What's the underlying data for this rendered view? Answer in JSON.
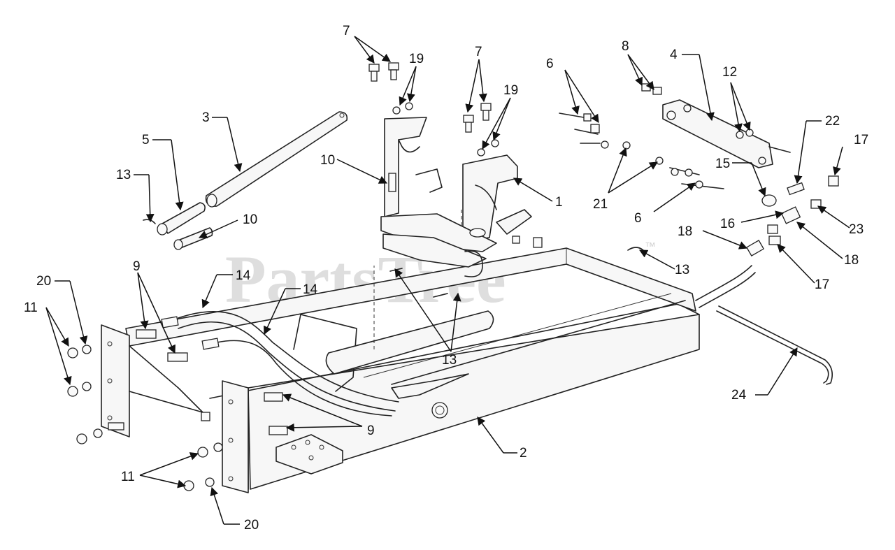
{
  "watermark": {
    "text": "PartsTree",
    "trademark": "™"
  },
  "callouts": [
    {
      "id": "c7a",
      "label": "7"
    },
    {
      "id": "c19a",
      "label": "19"
    },
    {
      "id": "c7b",
      "label": "7"
    },
    {
      "id": "c19b",
      "label": "19"
    },
    {
      "id": "c6a",
      "label": "6"
    },
    {
      "id": "c8",
      "label": "8"
    },
    {
      "id": "c4",
      "label": "4"
    },
    {
      "id": "c12",
      "label": "12"
    },
    {
      "id": "c3",
      "label": "3"
    },
    {
      "id": "c5",
      "label": "5"
    },
    {
      "id": "c13a",
      "label": "13"
    },
    {
      "id": "c10a",
      "label": "10"
    },
    {
      "id": "c10b",
      "label": "10"
    },
    {
      "id": "c1",
      "label": "1"
    },
    {
      "id": "c21",
      "label": "21"
    },
    {
      "id": "c6b",
      "label": "6"
    },
    {
      "id": "c22",
      "label": "22"
    },
    {
      "id": "c17a",
      "label": "17"
    },
    {
      "id": "c15",
      "label": "15"
    },
    {
      "id": "c16",
      "label": "16"
    },
    {
      "id": "c23",
      "label": "23"
    },
    {
      "id": "c18a",
      "label": "18"
    },
    {
      "id": "c18b",
      "label": "18"
    },
    {
      "id": "c17b",
      "label": "17"
    },
    {
      "id": "c13b",
      "label": "13"
    },
    {
      "id": "c9a",
      "label": "9"
    },
    {
      "id": "c14a",
      "label": "14"
    },
    {
      "id": "c14b",
      "label": "14"
    },
    {
      "id": "c20a",
      "label": "20"
    },
    {
      "id": "c11a",
      "label": "11"
    },
    {
      "id": "c13c",
      "label": "13"
    },
    {
      "id": "c24",
      "label": "24"
    },
    {
      "id": "c9b",
      "label": "9"
    },
    {
      "id": "c2",
      "label": "2"
    },
    {
      "id": "c11b",
      "label": "11"
    },
    {
      "id": "c20b",
      "label": "20"
    }
  ]
}
